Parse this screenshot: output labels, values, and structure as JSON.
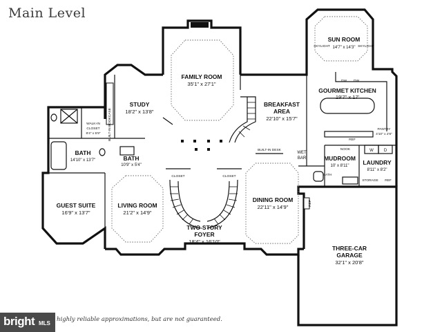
{
  "title": "Main Level",
  "rooms": [
    {
      "key": "sunroom",
      "name": "SUN ROOM",
      "dim": "14'7\" x 14'3\""
    },
    {
      "key": "family",
      "name": "FAMILY ROOM",
      "dim": "35'1\" x 27'1\""
    },
    {
      "key": "kitchen",
      "name": "GOURMET KITCHEN",
      "dim": "19'7\" x 17'"
    },
    {
      "key": "study",
      "name": "STUDY",
      "dim": "18'2\" x 13'8\""
    },
    {
      "key": "breakfast",
      "name": "BREAKFAST AREA",
      "dim": "22'10\" x 15'7\""
    },
    {
      "key": "bath1",
      "name": "BATH",
      "dim": "14'10\" x 13'7\""
    },
    {
      "key": "bath2",
      "name": "BATH",
      "dim": "10'9\" x 5'4\""
    },
    {
      "key": "mudroom",
      "name": "MUDROOM",
      "dim": "10' x 8'11\""
    },
    {
      "key": "laundry",
      "name": "LAUNDRY",
      "dim": "8'11\" x 8'2\""
    },
    {
      "key": "guest",
      "name": "GUEST SUITE",
      "dim": "16'9\" x 13'7\""
    },
    {
      "key": "living",
      "name": "LIVING ROOM",
      "dim": "21'2\" x 14'9\""
    },
    {
      "key": "dining",
      "name": "DINING ROOM",
      "dim": "22'11\" x 14'9\""
    },
    {
      "key": "foyer",
      "name": "TWO-STORY FOYER",
      "dim": "18'4\" x 16'10\""
    },
    {
      "key": "garage",
      "name": "THREE-CAR GARAGE",
      "dim": "32'1\" x 20'8\""
    }
  ],
  "labels": {
    "walkin": "WALK-IN CLOSET",
    "walkin_dim": "8'4\" x 5'9\"",
    "bookcase": "BUILT-IN BOOKCASE",
    "closet1": "CLOSET",
    "closet2": "CLOSET",
    "builtin_desk": "BUILT-IN DESK",
    "wetbar": "WET BAR",
    "pantry": "PANTRY",
    "pantry_dim": "4'10\" x 2'6\"",
    "nook": "NOOK",
    "ref1": "REF",
    "ref2": "REF",
    "ref3": "REF",
    "storage": "STORAGE",
    "bath3": "BATH",
    "dw1": "DW",
    "dw2": "DW",
    "skylight1": "SKYLIGHT",
    "skylight2": "SKYLIGHT",
    "w": "W",
    "d": "D"
  },
  "watermark": {
    "brand": "bright",
    "sub": "MLS"
  },
  "disclaimer": "highly reliable approximations, but are not guaranteed."
}
